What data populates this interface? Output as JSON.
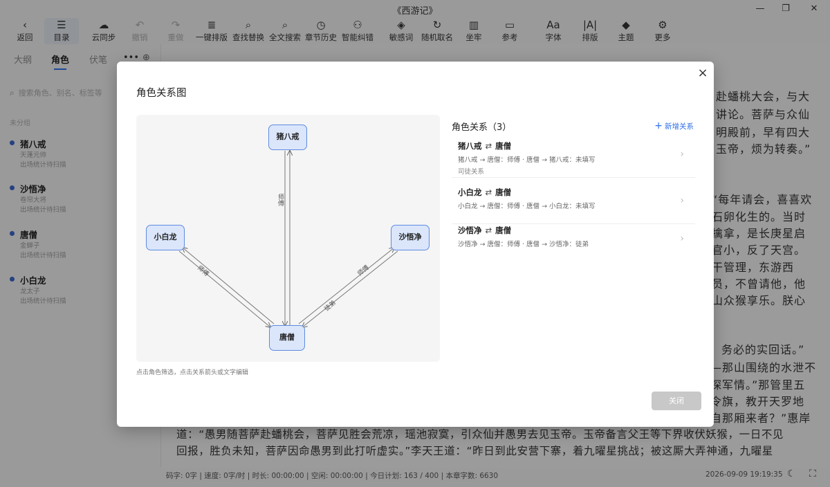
{
  "window": {
    "title": "《西游记》"
  },
  "toolbar": [
    {
      "label": "返回",
      "icon": "‹",
      "name": "back"
    },
    {
      "label": "目录",
      "icon": "☰",
      "name": "toc"
    },
    {
      "label": "云同步",
      "icon": "☁",
      "name": "cloud-sync"
    },
    {
      "label": "撤销",
      "icon": "↶",
      "name": "undo"
    },
    {
      "label": "重做",
      "icon": "↷",
      "name": "redo"
    },
    {
      "label": "一键排版",
      "icon": "≣",
      "name": "auto-format"
    },
    {
      "label": "查找替换",
      "icon": "⌕",
      "name": "find-replace"
    },
    {
      "label": "全文搜索",
      "icon": "⌕",
      "name": "fulltext-search"
    },
    {
      "label": "章节历史",
      "icon": "◷",
      "name": "chapter-history"
    },
    {
      "label": "智能纠错",
      "icon": "⚇",
      "name": "smart-correct"
    },
    {
      "label": "敏感词",
      "icon": "◈",
      "name": "sensitive-words"
    },
    {
      "label": "随机取名",
      "icon": "↻",
      "name": "random-name"
    },
    {
      "label": "坐牢",
      "icon": "▥",
      "name": "lockdown"
    },
    {
      "label": "参考",
      "icon": "▭",
      "name": "reference"
    },
    {
      "label": "字体",
      "icon": "Aa",
      "name": "font"
    },
    {
      "label": "排版",
      "icon": "|A|",
      "name": "layout"
    },
    {
      "label": "主题",
      "icon": "◆",
      "name": "theme"
    },
    {
      "label": "更多",
      "icon": "⚙",
      "name": "more"
    }
  ],
  "sidebar": {
    "tabs": [
      "大纲",
      "角色",
      "伏笔"
    ],
    "search_placeholder": "搜索角色、别名、标签等",
    "group": "未分组",
    "characters": [
      {
        "name": "猪八戒",
        "alias": "天蓬元帅",
        "stat": "出场统计待扫描"
      },
      {
        "name": "沙悟净",
        "alias": "卷帘大将",
        "stat": "出场统计待扫描"
      },
      {
        "name": "唐僧",
        "alias": "金蝉子",
        "stat": "出场统计待扫描"
      },
      {
        "name": "小白龙",
        "alias": "龙太子",
        "stat": "出场统计待扫描"
      }
    ]
  },
  "editor": {
    "lines": [
      "赴蟠桃大会，与大",
      "讲论。菩萨与众仙",
      "明殿前，早有四大",
      "玉帝，烦为转奏。”",
      "“每年请会，喜喜欢",
      "石卵化生的。当时",
      "擒拿，是长庚星启",
      "官小，反了天宫。",
      "干管理，东游西",
      "员，不曾请他，他",
      "山众猴享乐。朕心",
      "务必的实回话。”",
      "—那山围绕的水泄不",
      "探军情。”那管里五",
      "令旗，教开天罗地",
      "自那厢来者？”惠岸",
      "道：“愚男随菩萨赴蟠桃会，菩萨见胜会荒凉，瑶池寂寞，引众仙并愚男去见玉帝。玉帝备言父王等下界收伏妖猴，一日不见",
      "回报，胜负未知，菩萨因命愚男到此打听虚实。”李天王道：“昨日到此安营下寨，着九曜星挑战；被这厮大弄神通，九曜星"
    ]
  },
  "status": {
    "text": "码字: 0字 | 速度: 0字/时 | 时长: 00:00:00 | 空闲: 00:00:00 | 今日计划: 163 / 400 | 本章字数: 6630",
    "datetime": "2026-09-09 19:19:35"
  },
  "modal": {
    "title": "角色关系图",
    "close_icon": "×",
    "hint": "点击角色筛选，点击关系箭头或文字编辑",
    "relations_title": "角色关系（3）",
    "add_relation": "新增关系",
    "close_button": "关闭",
    "nodes": {
      "zhu": "猪八戒",
      "xiao": "小白龙",
      "sha": "沙悟净",
      "tang": "唐僧"
    },
    "edge_labels": {
      "zhu_tang": "师傅",
      "xiao_tang": "师傅",
      "sha_up": "师傅",
      "sha_down": "徒弟"
    },
    "relations": [
      {
        "pair_a": "猪八戒",
        "swap": "⇄",
        "pair_b": "唐僧",
        "desc": "猪八戒 → 唐僧：师傅 · 唐僧 → 猪八戒：未填写",
        "tag": "司徒关系"
      },
      {
        "pair_a": "小白龙",
        "swap": "⇄",
        "pair_b": "唐僧",
        "desc": "小白龙 → 唐僧：师傅 · 唐僧 → 小白龙：未填写",
        "tag": ""
      },
      {
        "pair_a": "沙悟净",
        "swap": "⇄",
        "pair_b": "唐僧",
        "desc": "沙悟净 → 唐僧：师傅 · 唐僧 → 沙悟净：徒弟",
        "tag": ""
      }
    ]
  },
  "colors": {
    "accent": "#2f6fea",
    "node_fill": "#dbe6fb",
    "node_border": "#5d8ae0"
  }
}
